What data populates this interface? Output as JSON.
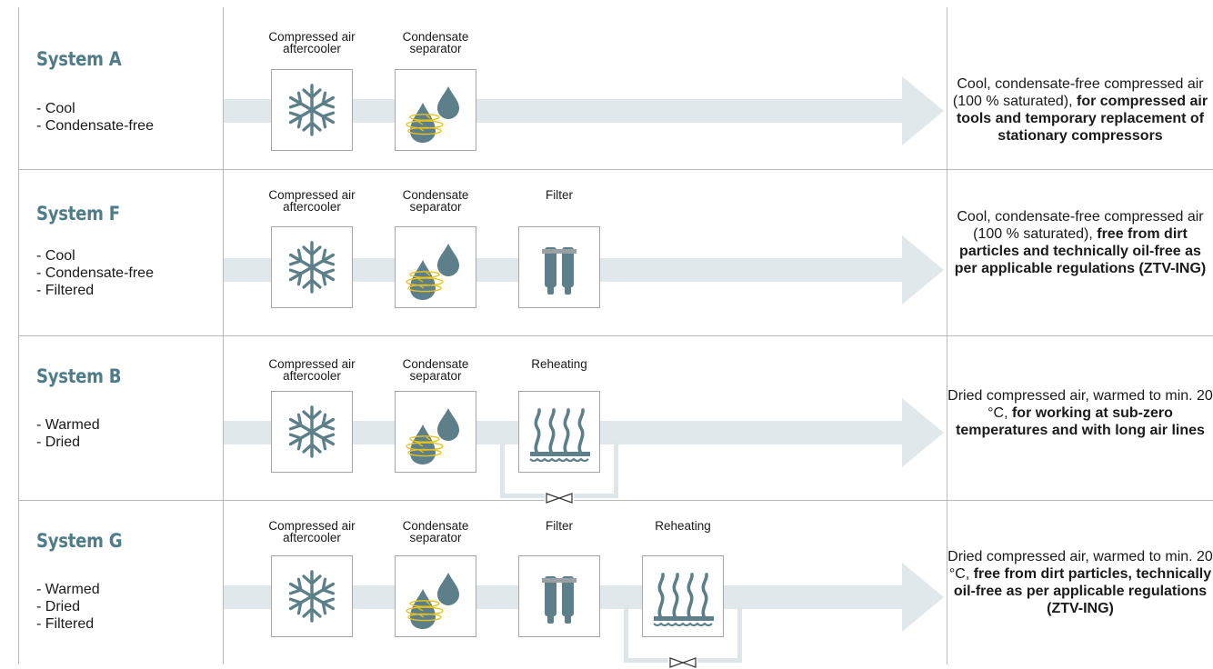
{
  "rows": [
    {
      "title": "System A",
      "features": [
        "- Cool",
        "- Condensate-free"
      ],
      "components": [
        {
          "label_1": "Compressed air",
          "label_2": "aftercooler",
          "icon": "snowflake-icon"
        },
        {
          "label_1": "Condensate",
          "label_2": "separator",
          "icon": "condensate-drop-icon"
        }
      ],
      "result_plain": "Cool, condensate-free compressed air (100 % saturated), ",
      "result_bold": "for com­pressed air tools and tempo­rary replacement of stationary compressors"
    },
    {
      "title": "System F",
      "features": [
        "- Cool",
        "- Condensate-free",
        "- Filtered"
      ],
      "components": [
        {
          "label_1": "Compressed air",
          "label_2": "aftercooler",
          "icon": "snowflake-icon"
        },
        {
          "label_1": "Condensate",
          "label_2": "separator",
          "icon": "condensate-drop-icon"
        },
        {
          "label_1": "Filter",
          "label_2": "",
          "icon": "filter-icon"
        }
      ],
      "result_plain": "Cool, condensate-free compressed air (100 % saturated), ",
      "result_bold": "free from dirt particles and technically oil-free as per applicable regula­tions (ZTV-ING)"
    },
    {
      "title": "System B",
      "features": [
        "- Warmed",
        "- Dried"
      ],
      "components": [
        {
          "label_1": "Compressed air",
          "label_2": "aftercooler",
          "icon": "snowflake-icon"
        },
        {
          "label_1": "Condensate",
          "label_2": "separator",
          "icon": "condensate-drop-icon"
        },
        {
          "label_1": "Reheating",
          "label_2": "",
          "icon": "heating-icon"
        }
      ],
      "result_plain": "Dried compressed air, warmed to min. 20 °C, ",
      "result_bold": "for working at sub-zero temperatures and with long air lines"
    },
    {
      "title": "System G",
      "features": [
        "- Warmed",
        "- Dried",
        "- Filtered"
      ],
      "components": [
        {
          "label_1": "Compressed air",
          "label_2": "aftercooler",
          "icon": "snowflake-icon"
        },
        {
          "label_1": "Condensate",
          "label_2": "separator",
          "icon": "condensate-drop-icon"
        },
        {
          "label_1": "Filter",
          "label_2": "",
          "icon": "filter-icon"
        },
        {
          "label_1": "Reheating",
          "label_2": "",
          "icon": "heating-icon"
        }
      ],
      "result_plain": "Dried compressed air, warmed to min. 20 °C, ",
      "result_bold": "free from dirt particles, technically oil-free as per applicable regulations (ZTV-ING)"
    }
  ],
  "colors": {
    "title": "#4e7c88",
    "icon": "#5c7f89",
    "arrow": "#e1e8eb",
    "accent_yellow": "#e8c21c"
  }
}
